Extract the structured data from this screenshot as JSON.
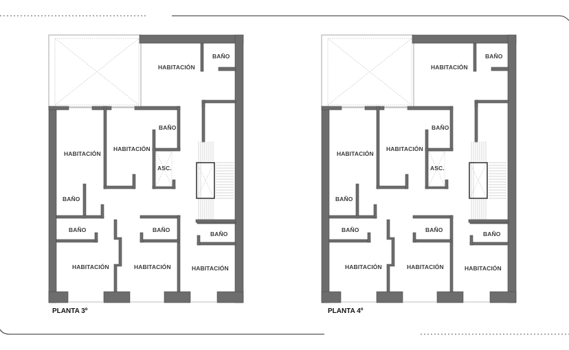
{
  "colors": {
    "wall": "#6d6d6d",
    "wall_stroke": "#4a4a4a",
    "terrace_outline": "#b5b5b5",
    "hatch": "#c8c8c8",
    "border_line": "#555555",
    "label": "#3a3a3a"
  },
  "decor": {
    "top_left_line": "dotted",
    "top_right_line": "solid-with-curve",
    "bottom_left_line": "solid-with-curve",
    "bottom_right_line": "dotted"
  },
  "plans": [
    {
      "title": "PLANTA 3º",
      "rooms": {
        "top_habitacion": "HABITACIÓN",
        "top_bano": "BAÑO",
        "left_habitacion": "HABITACIÓN",
        "center_habitacion": "HABITACIÓN",
        "center_bano": "BAÑO",
        "elevator": "ASC.",
        "left_bano_upper": "BAÑO",
        "left_bano_lower": "BAÑO",
        "mid_bano": "BAÑO",
        "right_bano": "BAÑO",
        "bottom_left_habitacion": "HABITACIÓN",
        "bottom_mid_habitacion": "HABITACIÓN",
        "bottom_right_habitacion": "HABITACIÓN"
      }
    },
    {
      "title": "PLANTA 4º",
      "rooms": {
        "top_habitacion": "HABITACIÓN",
        "top_bano": "BAÑO",
        "left_habitacion": "HABITACIÓN",
        "center_habitacion": "HABITACIÓN",
        "center_bano": "BAÑO",
        "elevator": "ASC.",
        "left_bano_upper": "BAÑO",
        "left_bano_lower": "BAÑO",
        "mid_bano": "BAÑO",
        "right_bano": "BAÑO",
        "bottom_left_habitacion": "HABITACIÓN",
        "bottom_mid_habitacion": "HABITACIÓN",
        "bottom_right_habitacion": "HABITACIÓN"
      }
    }
  ]
}
